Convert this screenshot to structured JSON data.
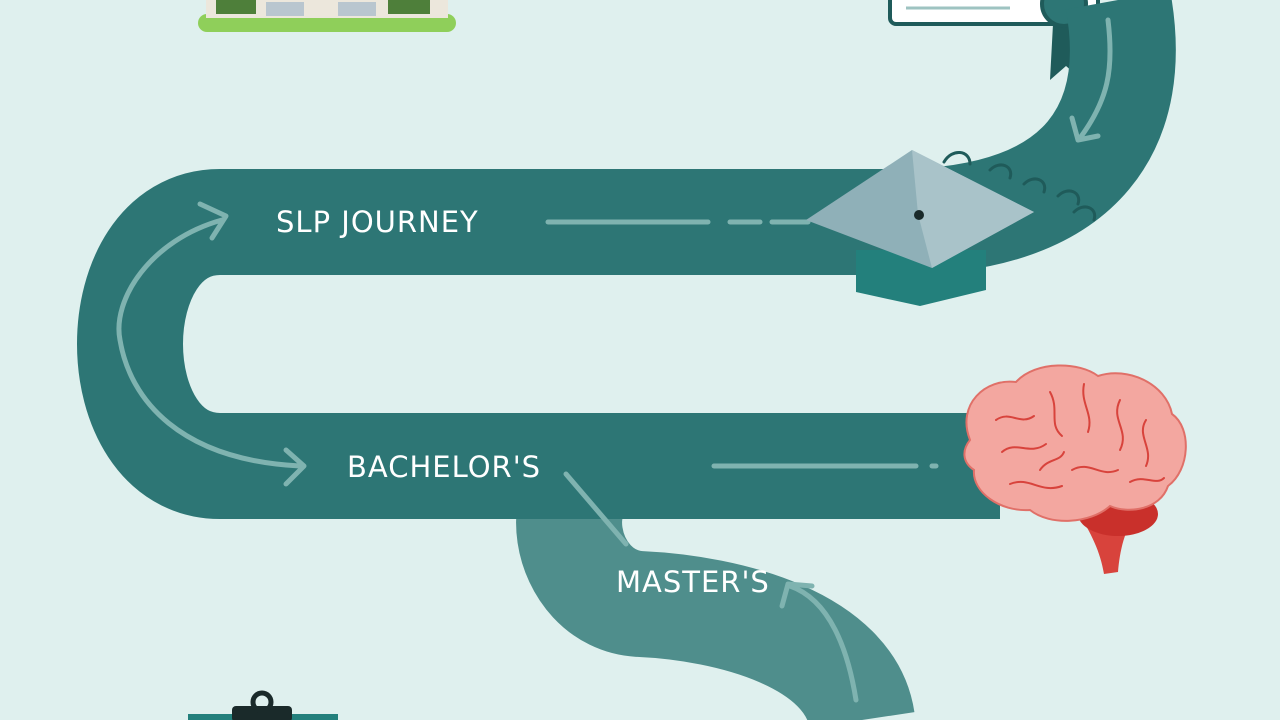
{
  "diagram": {
    "labels": {
      "top": "SLP JOURNEY",
      "middle": "BACHELOR'S",
      "bottom": "MASTER'S"
    },
    "icons": [
      "building-icon",
      "diploma-icon",
      "graduation-cap-icon",
      "brain-icon",
      "clipboard-icon"
    ],
    "colors": {
      "background": "#dff0ee",
      "path": "#2d7675",
      "path_light": "#4f8e8c",
      "arrow": "#7fb3b0",
      "brain": "#f3a7a0",
      "brain_stem": "#d8433c"
    }
  }
}
